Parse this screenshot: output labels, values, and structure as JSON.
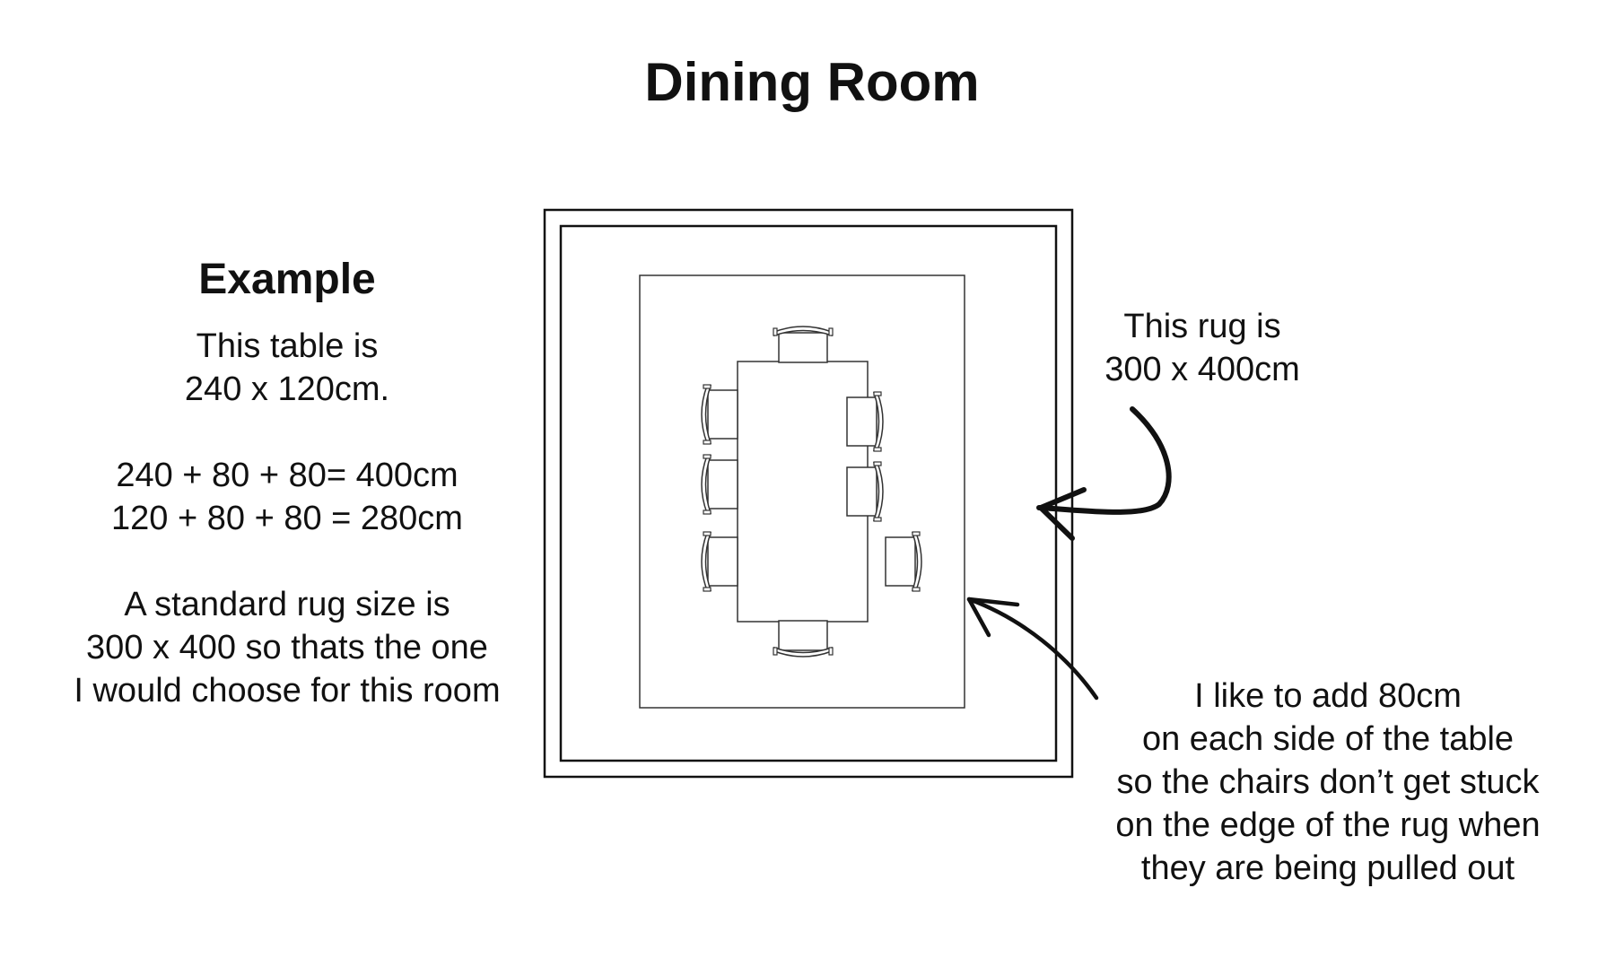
{
  "title": "Dining Room",
  "example": {
    "heading": "Example",
    "lines": [
      "This table is",
      "240 x 120cm.",
      "",
      "240 + 80 + 80= 400cm",
      "120 + 80 + 80 = 280cm",
      "",
      "A standard rug size is",
      "300 x 400 so thats the one",
      "I would choose for this room"
    ]
  },
  "rug_callout": {
    "lines": [
      "This rug is",
      "300 x 400cm"
    ]
  },
  "spacing_callout": {
    "lines": [
      "I like to add 80cm",
      "on each side of the table",
      "so the chairs don’t get stuck",
      "on the edge of the rug when",
      "they are being pulled out"
    ]
  }
}
